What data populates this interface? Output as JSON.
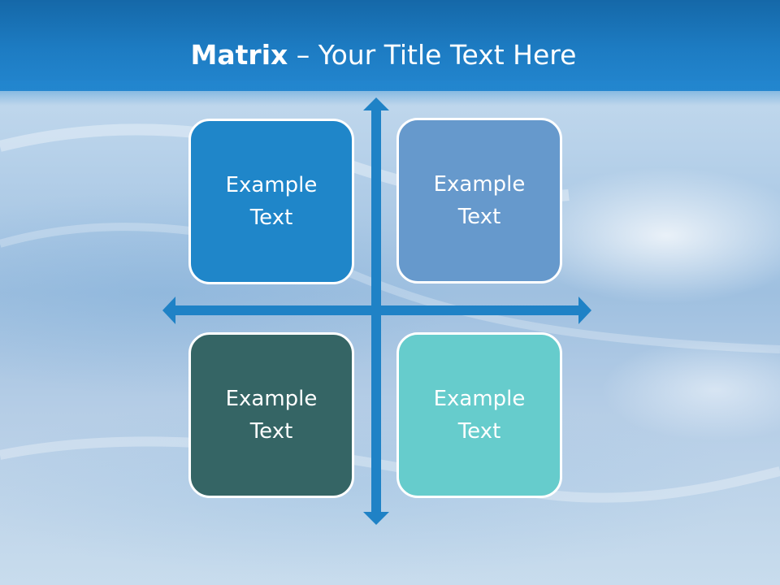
{
  "slide": {
    "title_bold": "Matrix",
    "title_rest": " – Your Title Text Here"
  },
  "quadrants": [
    {
      "text": "Example Text",
      "color": "#1f86c9"
    },
    {
      "text": "Example Text",
      "color": "#6699cc"
    },
    {
      "text": "Example Text",
      "color": "#356565"
    },
    {
      "text": "Example Text",
      "color": "#66cccc"
    }
  ],
  "axis_color": "#1f82c6"
}
